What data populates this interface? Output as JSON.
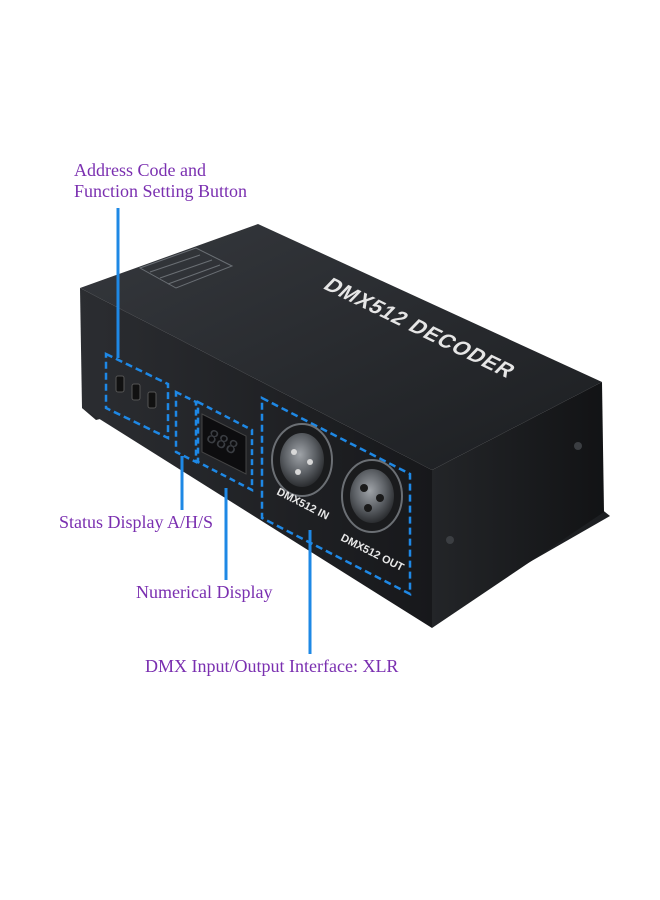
{
  "annotations": {
    "address_line1": "Address Code and",
    "address_line2": "Function Setting Button",
    "status_display": "Status Display A/H/S",
    "numerical_display": "Numerical Display",
    "dmx_interface": "DMX Input/Output Interface: XLR"
  },
  "device": {
    "title": "DMX512 DECODER",
    "port_in_label": "DMX512 IN",
    "port_out_label": "DMX512 OUT",
    "display_digits": "888"
  },
  "colors": {
    "annotation_text": "#7a2fb0",
    "callout_line": "#1e88e5",
    "housing": "#2a2c30"
  }
}
